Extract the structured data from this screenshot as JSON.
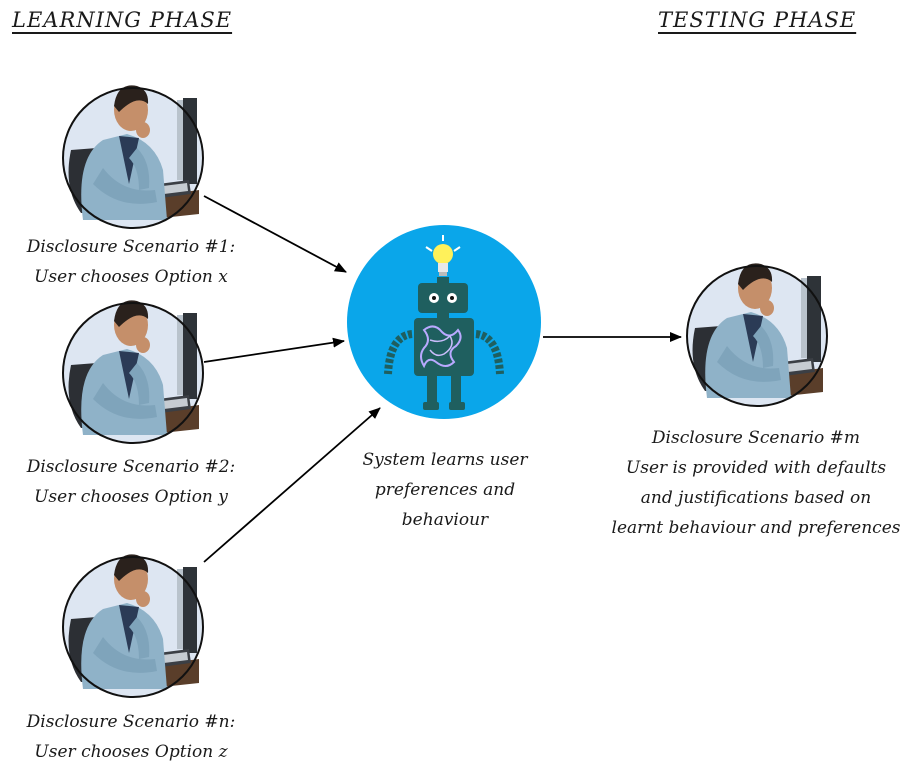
{
  "phases": {
    "learning": "LEARNING PHASE",
    "testing": "TESTING PHASE"
  },
  "learning_scenarios": [
    {
      "line1": "Disclosure Scenario #1:",
      "line2": "User chooses Option x"
    },
    {
      "line1": "Disclosure Scenario #2:",
      "line2": "User chooses Option y"
    },
    {
      "line1": "Disclosure Scenario #n:",
      "line2": "User chooses Option z"
    }
  ],
  "system": {
    "line1": "System learns user",
    "line2": "preferences and",
    "line3": "behaviour"
  },
  "testing_scenario": {
    "line1": "Disclosure Scenario #m",
    "line2": "User is provided with defaults",
    "line3": "and justifications based on",
    "line4": "learnt behaviour and preferences"
  },
  "colors": {
    "robot_circle": "#0aa6ea",
    "robot_body": "#1f5f5f",
    "user_circle": "#dde6f2",
    "bulb": "#fff15a"
  }
}
